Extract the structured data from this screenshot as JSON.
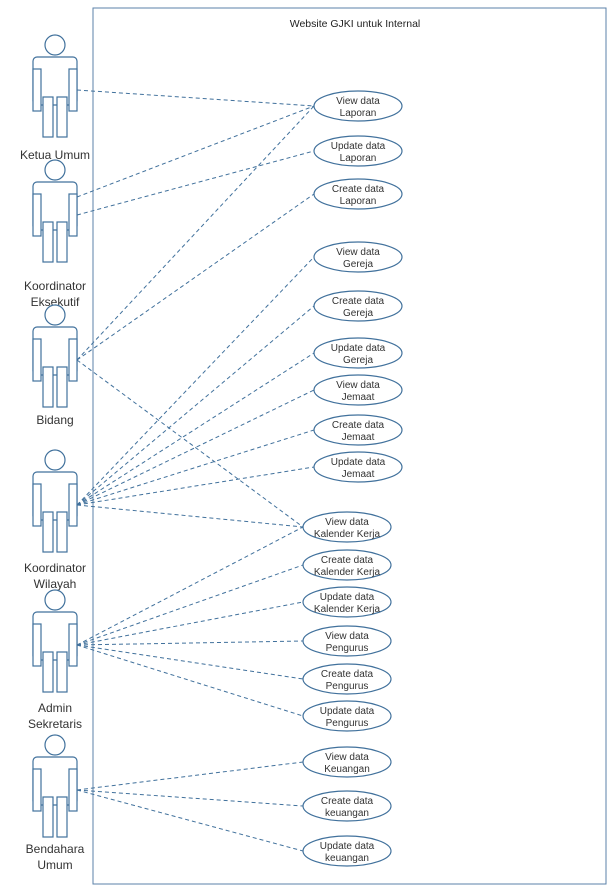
{
  "system": {
    "title": "Website GJKI untuk Internal"
  },
  "colors": {
    "line": "#41719c",
    "boundary": "#5b82a8",
    "text": "#333333"
  },
  "actors": [
    {
      "id": "ketua",
      "lines": [
        "Ketua Umum"
      ]
    },
    {
      "id": "koordinator-eksekutif",
      "lines": [
        "Koordinator",
        "Eksekutif"
      ]
    },
    {
      "id": "bidang",
      "lines": [
        "Bidang"
      ]
    },
    {
      "id": "koordinator-wilayah",
      "lines": [
        "Koordinator",
        "Wilayah"
      ]
    },
    {
      "id": "admin-sekretaris",
      "lines": [
        "Admin",
        "Sekretaris"
      ]
    },
    {
      "id": "bendahara-umum",
      "lines": [
        "Bendahara",
        "Umum"
      ]
    }
  ],
  "use_cases": [
    {
      "id": "uc-view-laporan",
      "lines": [
        "View data",
        "Laporan"
      ]
    },
    {
      "id": "uc-update-laporan",
      "lines": [
        "Update data",
        "Laporan"
      ]
    },
    {
      "id": "uc-create-laporan",
      "lines": [
        "Create data",
        "Laporan"
      ]
    },
    {
      "id": "uc-view-gereja",
      "lines": [
        "View data",
        "Gereja"
      ]
    },
    {
      "id": "uc-create-gereja",
      "lines": [
        "Create data",
        "Gereja"
      ]
    },
    {
      "id": "uc-update-gereja",
      "lines": [
        "Update data",
        "Gereja"
      ]
    },
    {
      "id": "uc-view-jemaat",
      "lines": [
        "View data",
        "Jemaat"
      ]
    },
    {
      "id": "uc-create-jemaat",
      "lines": [
        "Create data",
        "Jemaat"
      ]
    },
    {
      "id": "uc-update-jemaat",
      "lines": [
        "Update data",
        "Jemaat"
      ]
    },
    {
      "id": "uc-view-kalender",
      "lines": [
        "View data",
        "Kalender Kerja"
      ]
    },
    {
      "id": "uc-create-kalender",
      "lines": [
        "Create data",
        "Kalender Kerja"
      ]
    },
    {
      "id": "uc-update-kalender",
      "lines": [
        "Update data",
        "Kalender Kerja"
      ]
    },
    {
      "id": "uc-view-pengurus",
      "lines": [
        "View data",
        "Pengurus"
      ]
    },
    {
      "id": "uc-create-pengurus",
      "lines": [
        "Create data",
        "Pengurus"
      ]
    },
    {
      "id": "uc-update-pengurus",
      "lines": [
        "Update data",
        "Pengurus"
      ]
    },
    {
      "id": "uc-view-keuangan",
      "lines": [
        "View data",
        "Keuangan"
      ]
    },
    {
      "id": "uc-create-keuangan",
      "lines": [
        "Create data",
        "keuangan"
      ]
    },
    {
      "id": "uc-update-keuangan",
      "lines": [
        "Update data",
        "keuangan"
      ]
    }
  ],
  "associations": [
    [
      "ketua",
      "uc-view-laporan"
    ],
    [
      "koordinator-eksekutif",
      "uc-view-laporan"
    ],
    [
      "koordinator-eksekutif",
      "uc-update-laporan"
    ],
    [
      "bidang",
      "uc-view-laporan"
    ],
    [
      "bidang",
      "uc-create-laporan"
    ],
    [
      "bidang",
      "uc-view-kalender"
    ],
    [
      "koordinator-wilayah",
      "uc-view-gereja"
    ],
    [
      "koordinator-wilayah",
      "uc-create-gereja"
    ],
    [
      "koordinator-wilayah",
      "uc-update-gereja"
    ],
    [
      "koordinator-wilayah",
      "uc-view-jemaat"
    ],
    [
      "koordinator-wilayah",
      "uc-create-jemaat"
    ],
    [
      "koordinator-wilayah",
      "uc-update-jemaat"
    ],
    [
      "koordinator-wilayah",
      "uc-view-kalender"
    ],
    [
      "admin-sekretaris",
      "uc-view-kalender"
    ],
    [
      "admin-sekretaris",
      "uc-create-kalender"
    ],
    [
      "admin-sekretaris",
      "uc-update-kalender"
    ],
    [
      "admin-sekretaris",
      "uc-view-pengurus"
    ],
    [
      "admin-sekretaris",
      "uc-create-pengurus"
    ],
    [
      "admin-sekretaris",
      "uc-update-pengurus"
    ],
    [
      "bendahara-umum",
      "uc-view-keuangan"
    ],
    [
      "bendahara-umum",
      "uc-create-keuangan"
    ],
    [
      "bendahara-umum",
      "uc-update-keuangan"
    ]
  ]
}
